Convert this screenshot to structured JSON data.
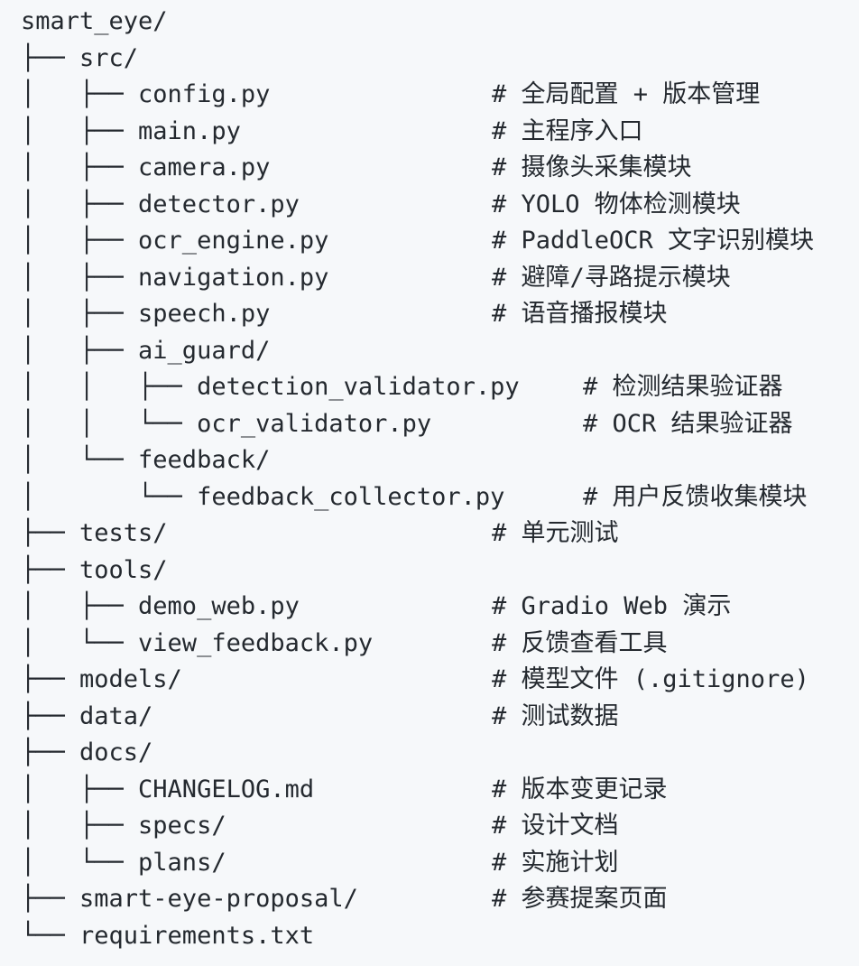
{
  "tree": [
    {
      "text": "smart_eye/",
      "comment": ""
    },
    {
      "text": "├── src/",
      "comment": ""
    },
    {
      "text": "│   ├── config.py",
      "comment": "# 全局配置 + 版本管理"
    },
    {
      "text": "│   ├── main.py",
      "comment": "# 主程序入口"
    },
    {
      "text": "│   ├── camera.py",
      "comment": "# 摄像头采集模块"
    },
    {
      "text": "│   ├── detector.py",
      "comment": "# YOLO 物体检测模块"
    },
    {
      "text": "│   ├── ocr_engine.py",
      "comment": "# PaddleOCR 文字识别模块"
    },
    {
      "text": "│   ├── navigation.py",
      "comment": "# 避障/寻路提示模块"
    },
    {
      "text": "│   ├── speech.py",
      "comment": "# 语音播报模块"
    },
    {
      "text": "│   ├── ai_guard/",
      "comment": ""
    },
    {
      "text": "│   │   ├── detection_validator.py",
      "comment": "# 检测结果验证器"
    },
    {
      "text": "│   │   └── ocr_validator.py",
      "comment": "# OCR 结果验证器"
    },
    {
      "text": "│   └── feedback/",
      "comment": ""
    },
    {
      "text": "│       └── feedback_collector.py",
      "comment": "# 用户反馈收集模块"
    },
    {
      "text": "├── tests/",
      "comment": "# 单元测试"
    },
    {
      "text": "├── tools/",
      "comment": ""
    },
    {
      "text": "│   ├── demo_web.py",
      "comment": "# Gradio Web 演示"
    },
    {
      "text": "│   └── view_feedback.py",
      "comment": "# 反馈查看工具"
    },
    {
      "text": "├── models/",
      "comment": "# 模型文件 (.gitignore)"
    },
    {
      "text": "├── data/",
      "comment": "# 测试数据"
    },
    {
      "text": "├── docs/",
      "comment": ""
    },
    {
      "text": "│   ├── CHANGELOG.md",
      "comment": "# 版本变更记录"
    },
    {
      "text": "│   ├── specs/",
      "comment": "# 设计文档"
    },
    {
      "text": "│   └── plans/",
      "comment": "# 实施计划"
    },
    {
      "text": "├── smart-eye-proposal/",
      "comment": "# 参赛提案页面"
    },
    {
      "text": "└── requirements.txt",
      "comment": ""
    }
  ]
}
